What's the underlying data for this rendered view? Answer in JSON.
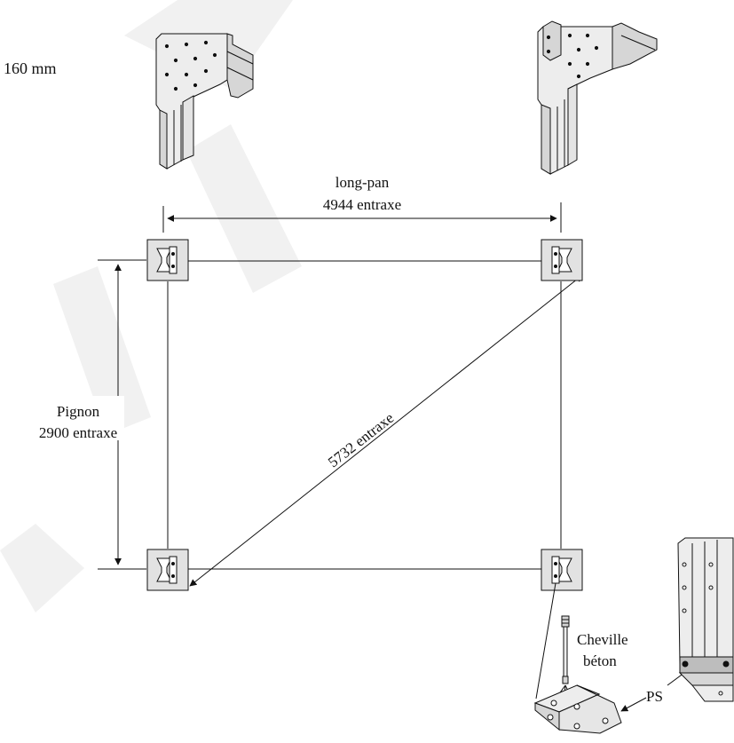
{
  "labels": {
    "top_left": "160 mm",
    "long_pan_title": "long-pan",
    "long_pan_value": "4944 entraxe",
    "pignon_title": "Pignon",
    "pignon_value": "2900 entraxe",
    "diagonal": "5732 entraxe",
    "cheville_1": "Cheville",
    "cheville_2": "béton",
    "ps": "PS"
  },
  "colors": {
    "line": "#111111",
    "plate_fill": "#e2e2e2",
    "metal_light": "#ededed",
    "metal_mid": "#d6d6d6",
    "metal_dark": "#bdbdbd",
    "watermark": "#f1f1f1"
  }
}
